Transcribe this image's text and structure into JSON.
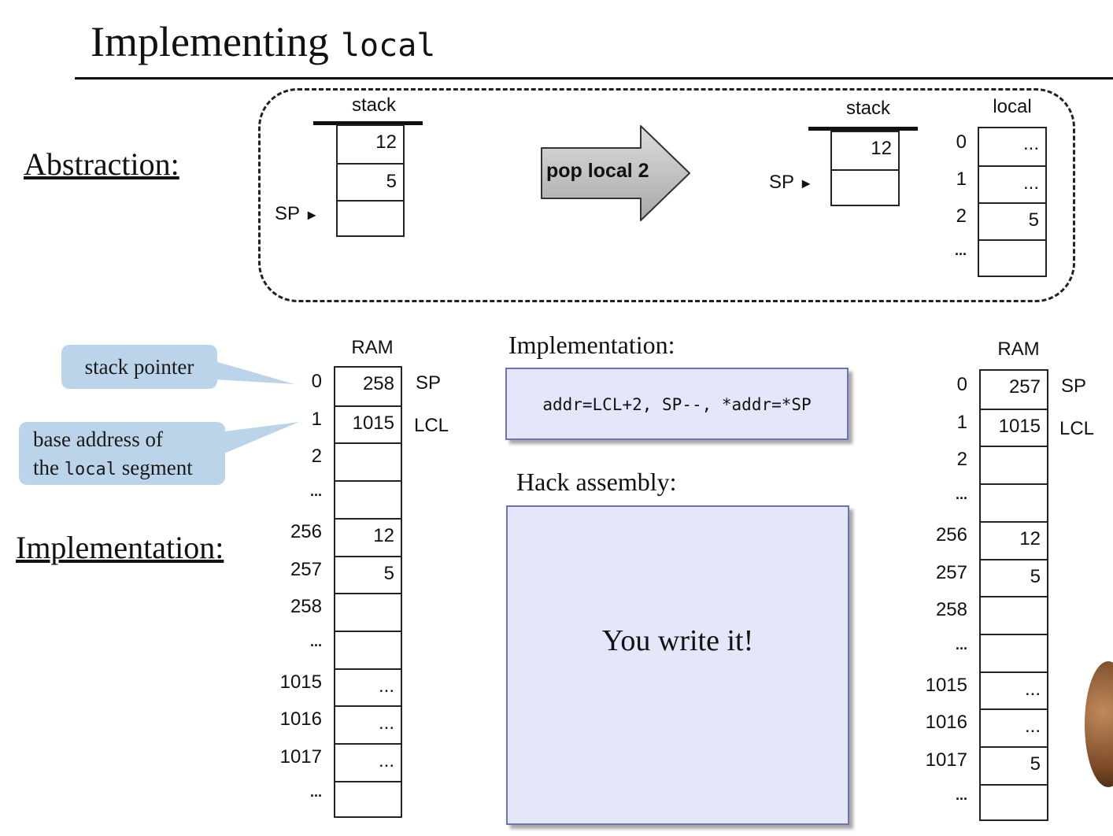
{
  "title": {
    "text": "Implementing",
    "code": "local"
  },
  "labels": {
    "abstraction": "Abstraction:",
    "implementation": "Implementation:"
  },
  "abstraction": {
    "left_stack": {
      "header": "stack",
      "cells": [
        "12",
        "5",
        ""
      ],
      "sp_label": "SP"
    },
    "arrow_label": "pop local 2",
    "right_stack": {
      "header": "stack",
      "cells": [
        "12",
        ""
      ],
      "sp_label": "SP"
    },
    "local": {
      "header": "local",
      "indices": [
        "0",
        "1",
        "2",
        "..."
      ],
      "cells": [
        "...",
        "...",
        "5",
        ""
      ]
    }
  },
  "callouts": {
    "stack_pointer": "stack pointer",
    "base_address_line1": "base address of",
    "base_address_pre": "the ",
    "base_address_code": "local",
    "base_address_post": " segment"
  },
  "ram_left": {
    "header": "RAM",
    "indices": [
      "0",
      "1",
      "2",
      "...",
      "256",
      "257",
      "258",
      "...",
      "1015",
      "1016",
      "1017",
      "..."
    ],
    "cells": [
      "258",
      "1015",
      "",
      "",
      "12",
      "5",
      "",
      "",
      "...",
      "...",
      "...",
      ""
    ],
    "side_labels": [
      "SP",
      "LCL"
    ]
  },
  "implementation_box": {
    "title": "Implementation:",
    "code": "addr=LCL+2, SP--, *addr=*SP"
  },
  "hack_box": {
    "title": "Hack assembly:",
    "text": "You write it!"
  },
  "ram_right": {
    "header": "RAM",
    "indices": [
      "0",
      "1",
      "2",
      "...",
      "256",
      "257",
      "258",
      "...",
      "1015",
      "1016",
      "1017",
      "..."
    ],
    "cells": [
      "257",
      "1015",
      "",
      "",
      "12",
      "5",
      "",
      "",
      "...",
      "...",
      "5",
      ""
    ],
    "side_labels": [
      "SP",
      "LCL"
    ]
  }
}
